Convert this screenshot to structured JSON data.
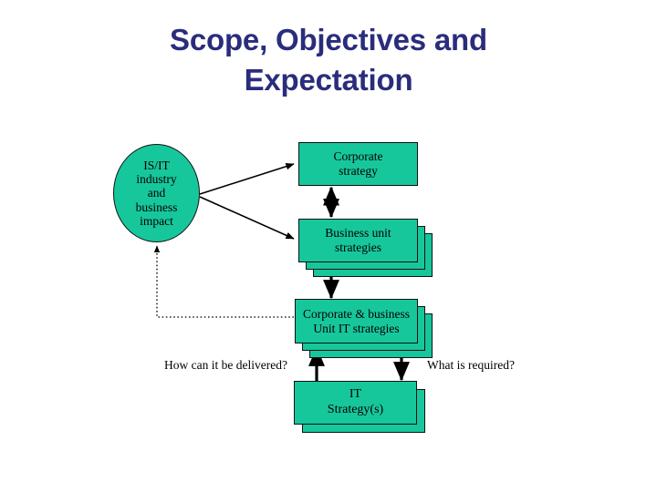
{
  "slide": {
    "title": "Scope, Objectives and\nExpectation",
    "title_color": "#2a2d7c",
    "background_color": "#ffffff"
  },
  "diagram": {
    "type": "flow-diagram",
    "node_fill_color": "#17c79c",
    "node_border_color": "#111111",
    "nodes": [
      {
        "id": "is-it-industry",
        "shape": "ellipse",
        "label": "IS/IT\nindustry\nand\nbusiness\nimpact"
      },
      {
        "id": "corporate-strategy",
        "shape": "rectangle",
        "stack_count": 1,
        "label": "Corporate\nstrategy"
      },
      {
        "id": "business-unit-strategies",
        "shape": "rectangle-stack",
        "stack_count": 3,
        "label": "Business unit\nstrategies"
      },
      {
        "id": "corporate-business-unit-it-strategies",
        "shape": "rectangle-stack",
        "stack_count": 3,
        "label": "Corporate & business\nUnit IT strategies"
      },
      {
        "id": "it-strategies",
        "shape": "rectangle-stack",
        "stack_count": 2,
        "label": "IT\nStrategy(s)"
      }
    ],
    "captions": [
      {
        "id": "how-delivered",
        "text": "How can it be delivered?"
      },
      {
        "id": "what-required",
        "text": "What is required?"
      }
    ],
    "connectors": [
      {
        "id": "ellipse-to-corporate-strategy",
        "style": "solid",
        "heads": "end"
      },
      {
        "id": "ellipse-to-business-unit",
        "style": "solid",
        "heads": "end"
      },
      {
        "id": "corporate-to-business-unit",
        "style": "solid",
        "heads": "both"
      },
      {
        "id": "business-unit-to-corp-business-it",
        "style": "solid",
        "heads": "end"
      },
      {
        "id": "it-strategy-up-to-corp-business-it",
        "style": "solid",
        "heads": "end"
      },
      {
        "id": "corp-business-it-down-to-it-strategy",
        "style": "solid",
        "heads": "end"
      },
      {
        "id": "corp-business-it-feedback-to-ellipse",
        "style": "dotted",
        "heads": "end"
      }
    ]
  }
}
